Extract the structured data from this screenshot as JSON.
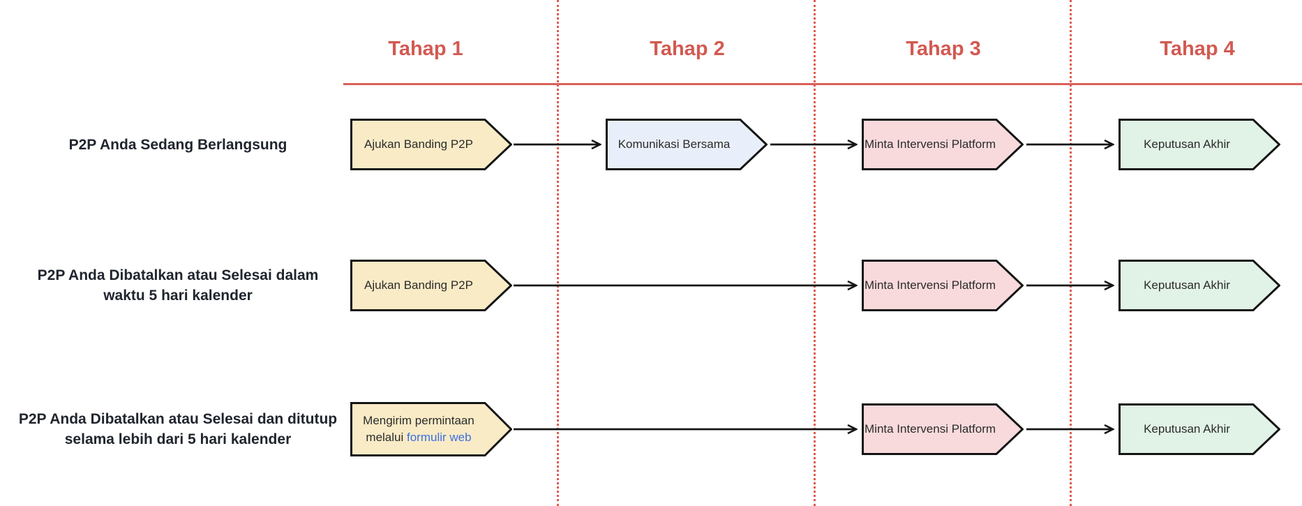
{
  "colors": {
    "header-red": "#d25a52",
    "rule-red": "#da6058",
    "divider-red": "#e05a50",
    "box-border": "#151515",
    "box-yellow": "#f9ebc6",
    "box-blue": "#e9effa",
    "box-pink": "#f9dadc",
    "box-green": "#e1f2e6",
    "link-blue": "#3d6fe2",
    "label-dark": "#20252e",
    "step-text": "#2b2b2b"
  },
  "stages": [
    {
      "label": "Tahap 1"
    },
    {
      "label": "Tahap 2"
    },
    {
      "label": "Tahap 3"
    },
    {
      "label": "Tahap 4"
    }
  ],
  "rows": [
    {
      "label_lines": [
        "P2P Anda Sedang Berlangsung"
      ],
      "steps": {
        "step1": "Ajukan Banding P2P",
        "step2": "Komunikasi Bersama",
        "step3": "Minta Intervensi Platform",
        "step4": "Keputusan Akhir"
      }
    },
    {
      "label_lines": [
        "P2P Anda Dibatalkan atau Selesai dalam",
        "waktu 5 hari kalender"
      ],
      "steps": {
        "step1": "Ajukan Banding P2P",
        "step3": "Minta Intervensi Platform",
        "step4": "Keputusan Akhir"
      }
    },
    {
      "label_lines": [
        "P2P Anda Dibatalkan atau Selesai dan ditutup",
        "selama lebih dari 5 hari kalender"
      ],
      "steps": {
        "step1_line1": "Mengirim permintaan",
        "step1_line2_prefix": "melalui",
        "step1_line2_link": "formulir web",
        "step3": "Minta Intervensi Platform",
        "step4": "Keputusan Akhir"
      }
    }
  ]
}
